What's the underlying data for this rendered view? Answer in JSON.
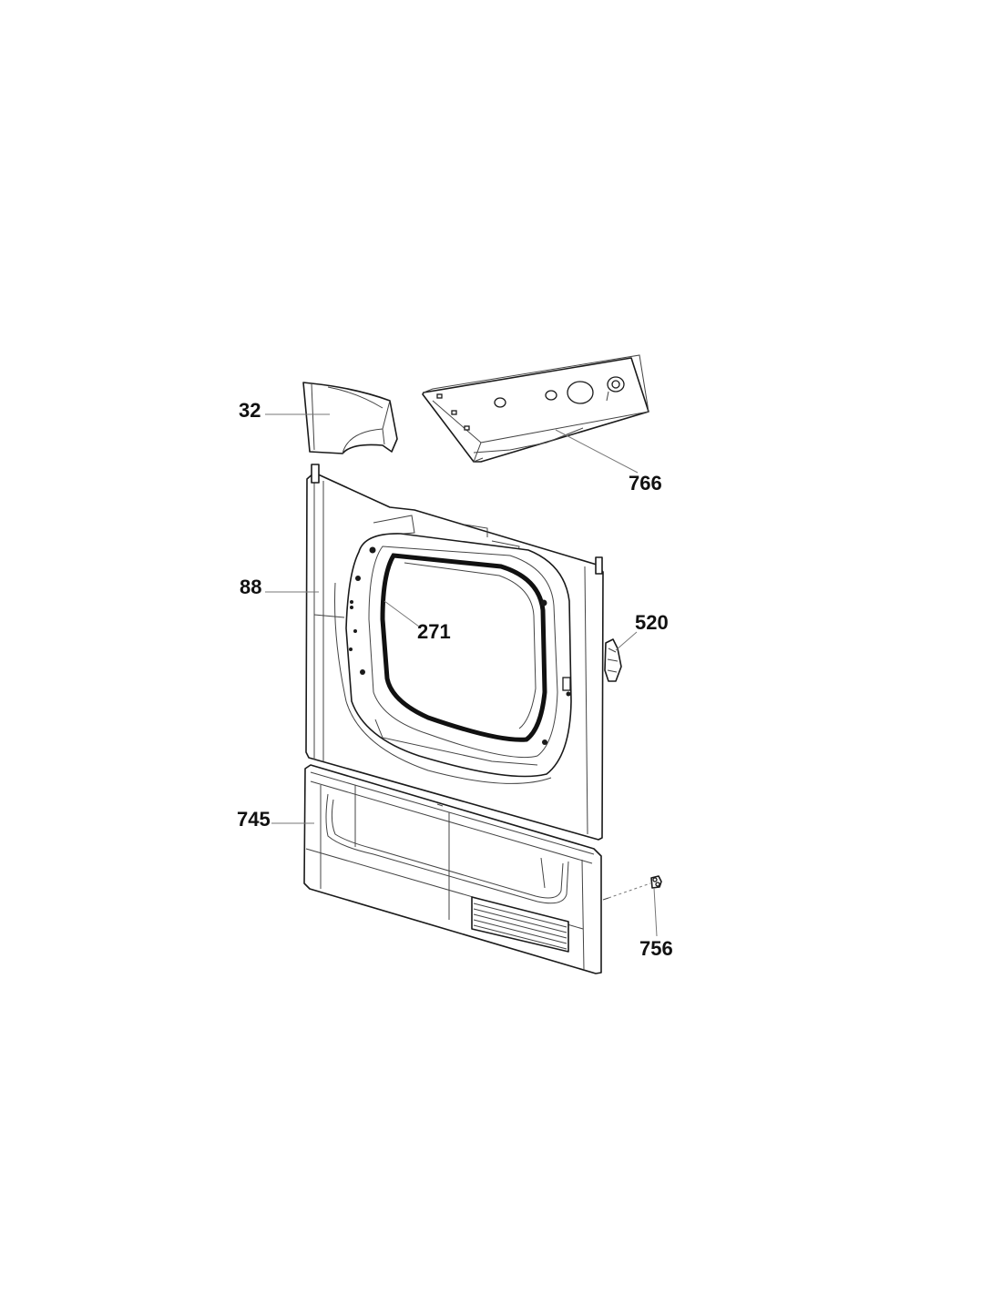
{
  "callouts": {
    "p32": "32",
    "p766": "766",
    "p88": "88",
    "p271": "271",
    "p520": "520",
    "p745": "745",
    "p756": "756"
  },
  "colors": {
    "line": "#1a1a1a",
    "leader": "#777777",
    "background": "#ffffff"
  }
}
